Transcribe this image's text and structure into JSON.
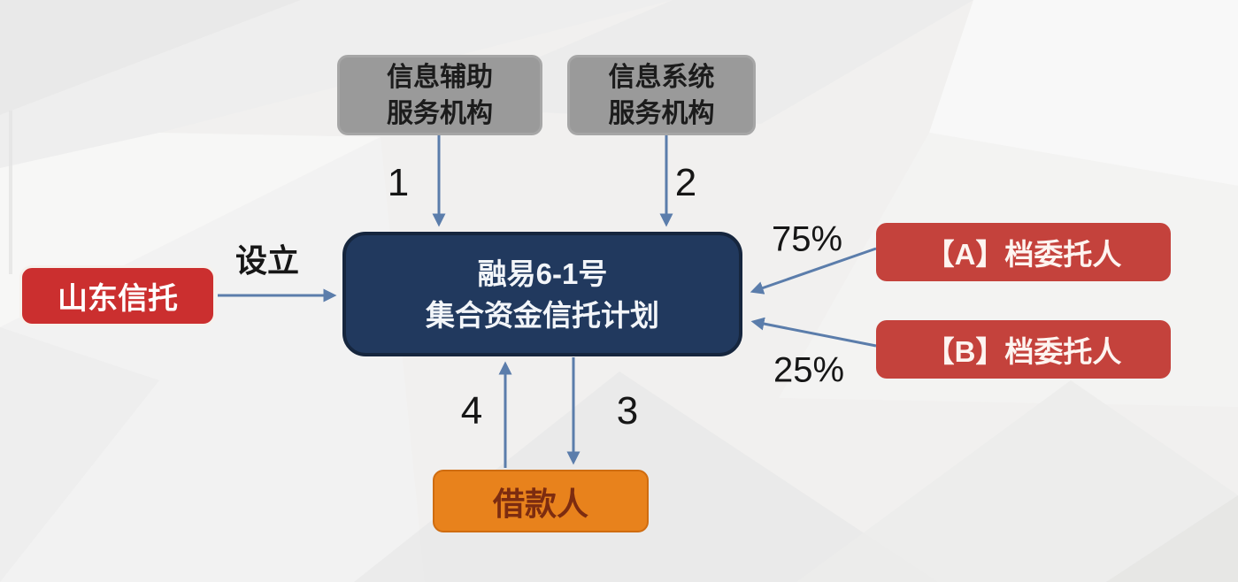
{
  "nodes": {
    "info_aux": {
      "line1": "信息辅助",
      "line2": "服务机构"
    },
    "info_sys": {
      "line1": "信息系统",
      "line2": "服务机构"
    },
    "trust_plan": {
      "line1": "融易6-1号",
      "line2": "集合资金信托计划"
    },
    "shandong_trust": {
      "label": "山东信托"
    },
    "client_a": {
      "label": "【A】档委托人"
    },
    "client_b": {
      "label": "【B】档委托人"
    },
    "borrower": {
      "label": "借款人"
    }
  },
  "edges": {
    "info_aux_num": "1",
    "info_sys_num": "2",
    "loan_num": "3",
    "repay_num": "4",
    "setup": "设立",
    "client_a_pct": "75%",
    "client_b_pct": "25%"
  },
  "colors": {
    "background": "#f1f0ef",
    "gray_box": "#9a9a9a",
    "gray_box_border": "#a6a6a6",
    "gray_box_text": "#1c1c1c",
    "navy_box": "#21395e",
    "navy_box_border": "#16263e",
    "navy_box_text": "#f2f5f9",
    "red_bright": "#cb2f2f",
    "red_bright_border": "#f6f1ec",
    "red_muted": "#c4423c",
    "red_text": "#fdf4f0",
    "orange_box": "#e8821c",
    "orange_border": "#cf6c10",
    "orange_text": "#7c2c10",
    "arrow": "#5b7dab",
    "label_text": "#161616"
  }
}
